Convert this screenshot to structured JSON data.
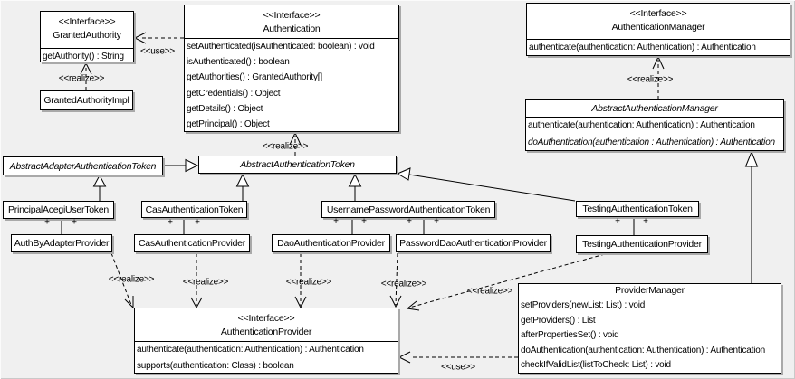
{
  "labels": {
    "use": "<<use>>",
    "realize": "<<realize>>",
    "plus": "+"
  },
  "classes": {
    "granted_authority": {
      "stereotype": "<<Interface>>",
      "name": "GrantedAuthority",
      "methods": [
        "getAuthority() : String"
      ]
    },
    "granted_authority_impl": {
      "name": "GrantedAuthorityImpl"
    },
    "authentication": {
      "stereotype": "<<Interface>>",
      "name": "Authentication",
      "methods": [
        "setAuthenticated(isAuthenticated: boolean) : void",
        "isAuthenticated() : boolean",
        "getAuthorities() : GrantedAuthority[]",
        "getCredentials() : Object",
        "getDetails() : Object",
        "getPrincipal() : Object"
      ]
    },
    "authentication_manager": {
      "stereotype": "<<Interface>>",
      "name": "AuthenticationManager",
      "methods": [
        "authenticate(authentication: Authentication) : Authentication"
      ]
    },
    "abstract_authentication_manager": {
      "name": "AbstractAuthenticationManager",
      "methods": [
        "authenticate(authentication: Authentication) : Authentication",
        "doAuthentication(authentication : Authentication) : Authentication"
      ]
    },
    "abstract_adapter_authentication_token": {
      "name": "AbstractAdapterAuthenticationToken"
    },
    "abstract_authentication_token": {
      "name": "AbstractAuthenticationToken"
    },
    "principal_acegi_user_token": {
      "name": "PrincipalAcegiUserToken"
    },
    "cas_authentication_token": {
      "name": "CasAuthenticationToken"
    },
    "username_password_authentication_token": {
      "name": "UsernamePasswordAuthenticationToken"
    },
    "testing_authentication_token": {
      "name": "TestingAuthenticationToken"
    },
    "auth_by_adapter_provider": {
      "name": "AuthByAdapterProvider"
    },
    "cas_authentication_provider": {
      "name": "CasAuthenticationProvider"
    },
    "dao_authentication_provider": {
      "name": "DaoAuthenticationProvider"
    },
    "password_dao_authentication_provider": {
      "name": "PasswordDaoAuthenticationProvider"
    },
    "testing_authentication_provider": {
      "name": "TestingAuthenticationProvider"
    },
    "authentication_provider": {
      "stereotype": "<<Interface>>",
      "name": "AuthenticationProvider",
      "methods": [
        "authenticate(authentication: Authentication) : Authentication",
        "supports(authentication: Class) : boolean"
      ]
    },
    "provider_manager": {
      "name": "ProviderManager",
      "methods": [
        "setProviders(newList: List) : void",
        "getProviders() : List",
        "afterPropertiesSet() : void",
        "doAuthentication(authentication: Authentication) : Authentication",
        "checkIfValidList(listToCheck: List) : void"
      ]
    }
  }
}
